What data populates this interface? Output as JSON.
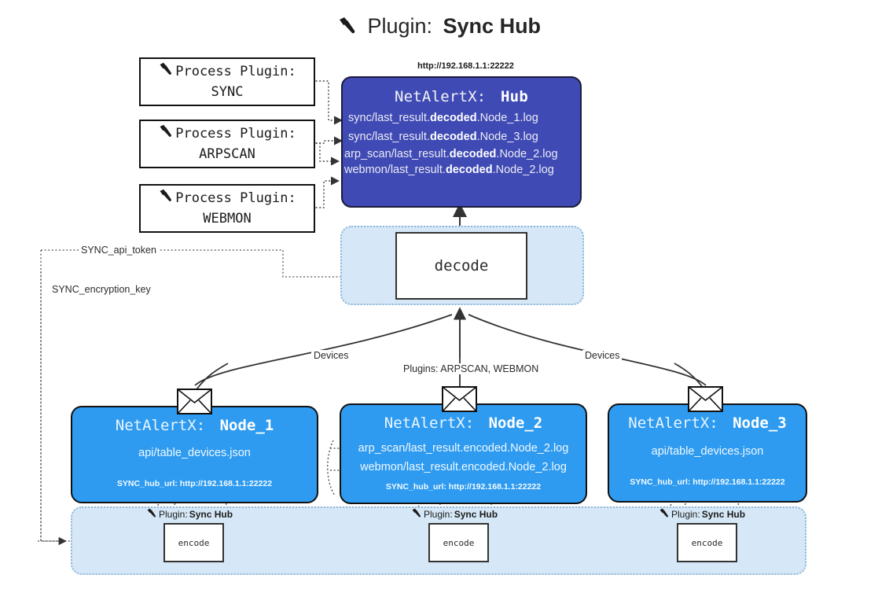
{
  "title": {
    "icon": "plug-icon",
    "prefix": "Plugin:",
    "name": "Sync Hub"
  },
  "process_plugins": [
    {
      "icon": "plug-icon",
      "line1": "Process Plugin:",
      "line2": "SYNC"
    },
    {
      "icon": "plug-icon",
      "line1": "Process Plugin:",
      "line2": "ARPSCAN"
    },
    {
      "icon": "plug-icon",
      "line1": "Process Plugin:",
      "line2": "WEBMON"
    }
  ],
  "hub": {
    "url": "http://192.168.1.1:22222",
    "title_prefix": "NetAlertX:",
    "title_name": "Hub",
    "lines": [
      {
        "pre": "sync/last_result.",
        "em": "decoded",
        "post": ".Node_1.log"
      },
      {
        "pre": "sync/last_result.",
        "em": "decoded",
        "post": ".Node_3.log"
      },
      {
        "pre": "arp_scan/last_result.",
        "em": "decoded",
        "post": ".Node_2.log"
      },
      {
        "pre": "webmon/last_result.",
        "em": "decoded",
        "post": ".Node_2.log"
      }
    ]
  },
  "decode": {
    "label": "decode"
  },
  "secrets": [
    {
      "label": "SYNC_api_token"
    },
    {
      "label": "SYNC_encryption_key"
    }
  ],
  "edge_labels": {
    "devices_left": "Devices",
    "devices_right": "Devices",
    "plugins_center": "Plugins: ARPSCAN, WEBMON"
  },
  "nodes": [
    {
      "title_prefix": "NetAlertX:",
      "title_name": "Node_1",
      "lines": [
        "api/table_devices.json"
      ],
      "footer": "SYNC_hub_url: http://192.168.1.1:22222",
      "icon": "envelope-icon"
    },
    {
      "title_prefix": "NetAlertX:",
      "title_name": "Node_2",
      "lines": [
        "arp_scan/last_result.encoded.Node_2.log",
        "webmon/last_result.encoded.Node_2.log"
      ],
      "footer": "SYNC_hub_url: http://192.168.1.1:22222",
      "icon": "envelope-icon"
    },
    {
      "title_prefix": "NetAlertX:",
      "title_name": "Node_3",
      "lines": [
        "api/table_devices.json"
      ],
      "footer": "SYNC_hub_url: http://192.168.1.1:22222",
      "icon": "envelope-icon"
    }
  ],
  "encoders": [
    {
      "plugin_prefix": "Plugin:",
      "plugin_name": "Sync Hub",
      "label": "encode",
      "icon": "plug-icon"
    },
    {
      "plugin_prefix": "Plugin:",
      "plugin_name": "Sync Hub",
      "label": "encode",
      "icon": "plug-icon"
    },
    {
      "plugin_prefix": "Plugin:",
      "plugin_name": "Sync Hub",
      "label": "encode",
      "icon": "plug-icon"
    }
  ],
  "colors": {
    "hub": "#3f4ab4",
    "node": "#2e9bf0",
    "container": "#d6e8f7",
    "container_border": "#8fb8d8",
    "stroke": "#333333"
  }
}
